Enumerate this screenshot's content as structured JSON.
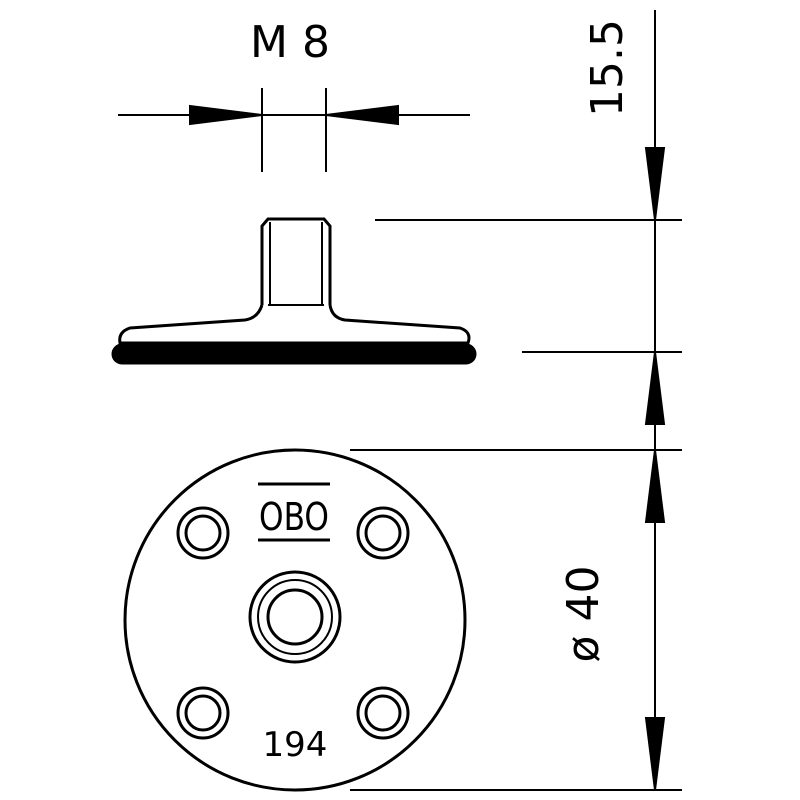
{
  "drawing": {
    "thread_label": "M 8",
    "height_label": "15.5",
    "diameter_label": "ø 40",
    "logo_text": "OBO",
    "part_number": "194"
  },
  "colors": {
    "line": "#000000",
    "background": "#ffffff"
  }
}
